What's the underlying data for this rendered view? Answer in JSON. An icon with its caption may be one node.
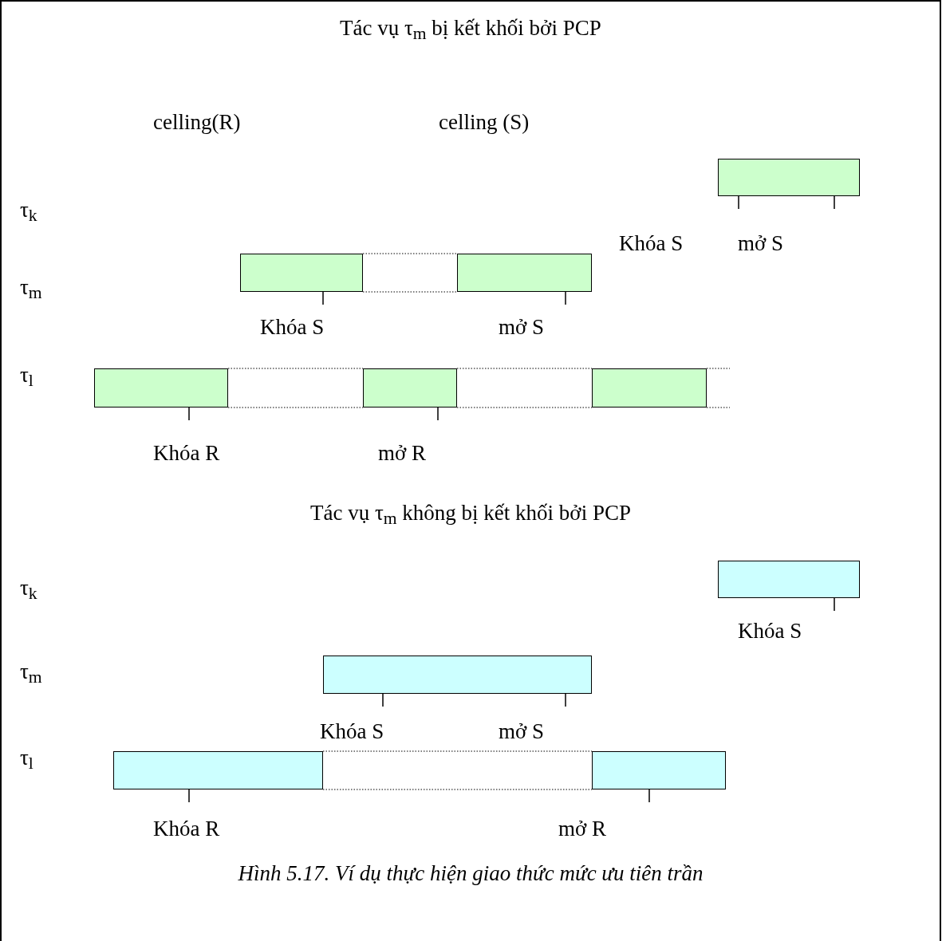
{
  "diagram": {
    "title": "Tác vụ τ$_{m}$ bị kết khối bởi PCP",
    "caption": "Hình 5.17. Ví dụ thực hiện giao thức mức ưu tiên trần",
    "nodes": [
      {
        "text": [],
        "shape": "bar"
      },
      {
        "text": [],
        "shape": "bar"
      },
      {
        "text": [],
        "shape": "bar"
      },
      {
        "text": [],
        "shape": "bar"
      },
      {
        "text": [],
        "shape": "bar"
      },
      {
        "text": [],
        "shape": "bar"
      },
      {
        "text": [],
        "shape": "bar"
      },
      {
        "text": [],
        "shape": "bar"
      },
      {
        "text": [],
        "shape": "bar"
      },
      {
        "text": [],
        "shape": "bar"
      }
    ],
    "edges": [
      {
        "from": 1,
        "to": 2,
        "arrow": "none",
        "style": "dashed"
      },
      {
        "from": 1,
        "to": 2,
        "arrow": "none",
        "style": "dashed"
      },
      {
        "from": 3,
        "to": 4,
        "arrow": "none",
        "style": "dashed"
      },
      {
        "from": 3,
        "to": 4,
        "arrow": "none",
        "style": "dashed"
      },
      {
        "from": 4,
        "to": 5,
        "arrow": "none",
        "style": "dashed"
      },
      {
        "from": 4,
        "to": 5,
        "arrow": "none",
        "style": "dashed"
      },
      {
        "from": 5,
        "to": null,
        "arrow": "none",
        "style": "dashed"
      },
      {
        "from": 5,
        "to": null,
        "arrow": "none",
        "style": "dashed"
      },
      {
        "from": 8,
        "to": 9,
        "arrow": "none",
        "style": "dashed"
      },
      {
        "from": 8,
        "to": 9,
        "arrow": "none",
        "style": "dashed"
      }
    ],
    "labels": [
      "celling(R)",
      "celling (S)",
      "τ$_{k}$",
      "Khóa S",
      "mở S",
      "τ$_{m}$",
      "Khóa S",
      "mở S",
      "τ$_{l}$",
      "Khóa R",
      "mở R",
      "Tác vụ τ$_{m}$ không bị kết khối bởi PCP",
      "τ$_{k}$",
      "Khóa S",
      "τ$_{m}$",
      "Khóa S",
      "mở S",
      "τ$_{l}$",
      "Khóa R",
      "mở R"
    ]
  }
}
